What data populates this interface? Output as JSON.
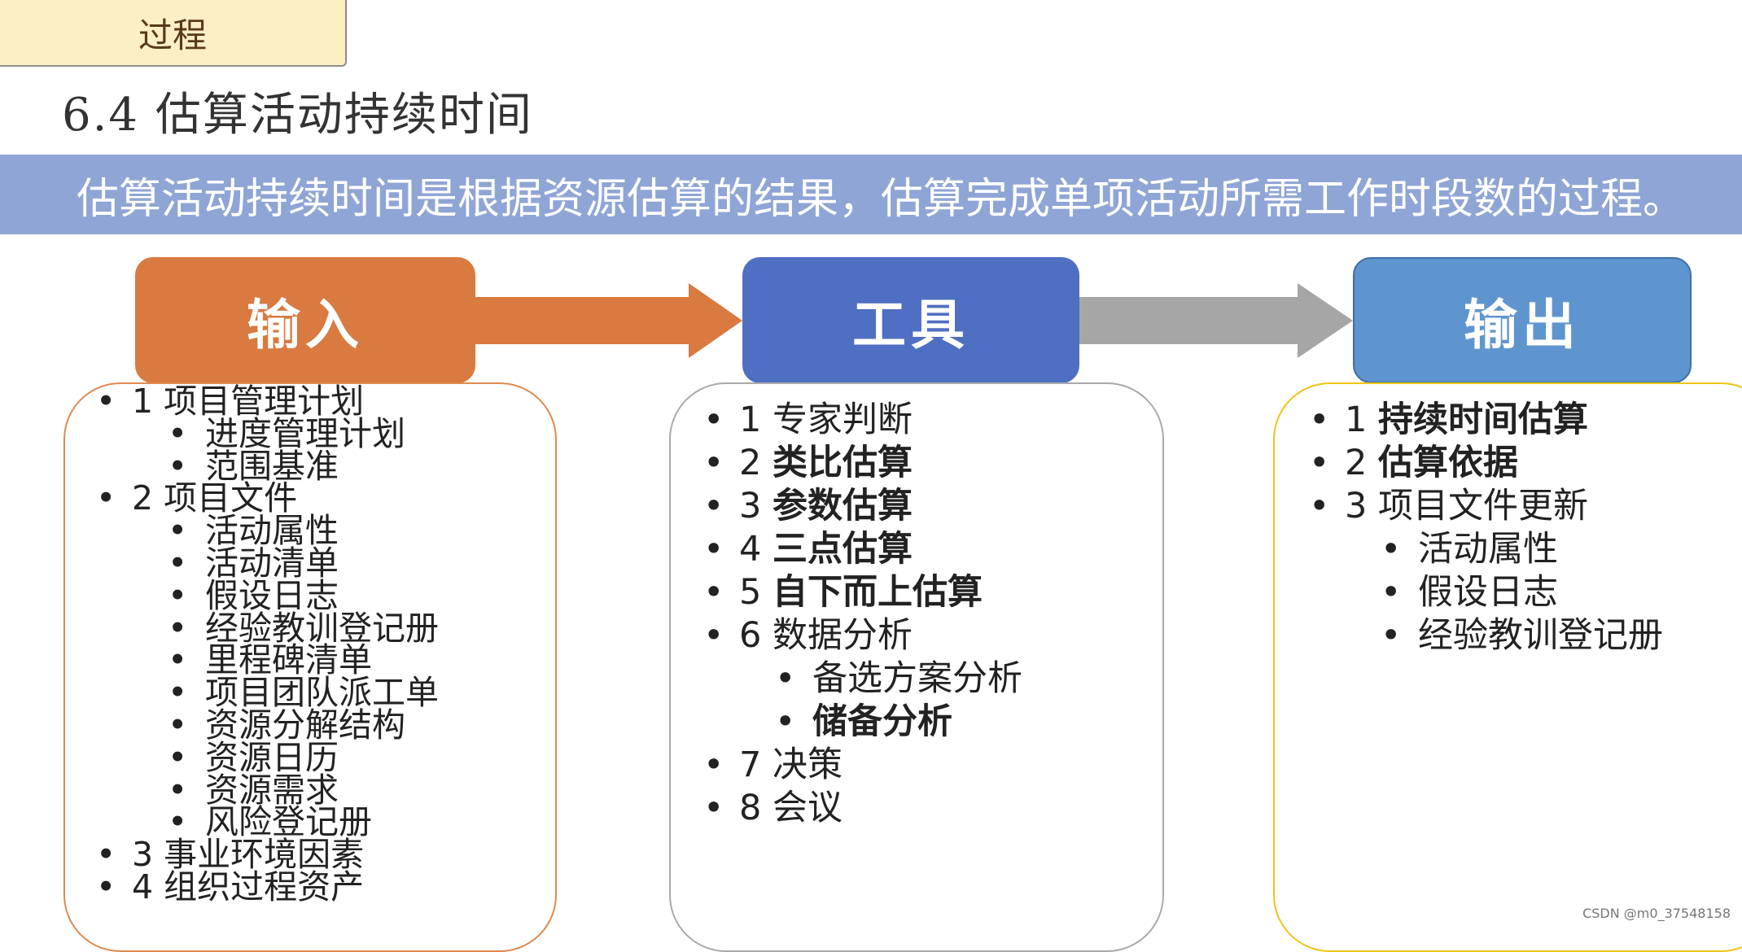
{
  "tag": "过程",
  "title": "6.4 估算活动持续时间",
  "banner": "估算活动持续时间是根据资源估算的结果，估算完成单项活动所需工作时段数的过程。",
  "input": {
    "header": "输入",
    "items": [
      {
        "text": "1 项目管理计划",
        "level": 1
      },
      {
        "text": "进度管理计划",
        "level": 2
      },
      {
        "text": "范围基准",
        "level": 2
      },
      {
        "text": "2 项目文件",
        "level": 1
      },
      {
        "text": "活动属性",
        "level": 2
      },
      {
        "text": "活动清单",
        "level": 2
      },
      {
        "text": "假设日志",
        "level": 2
      },
      {
        "text": "经验教训登记册",
        "level": 2
      },
      {
        "text": "里程碑清单",
        "level": 2
      },
      {
        "text": "项目团队派工单",
        "level": 2
      },
      {
        "text": "资源分解结构",
        "level": 2
      },
      {
        "text": "资源日历",
        "level": 2
      },
      {
        "text": "资源需求",
        "level": 2
      },
      {
        "text": "风险登记册",
        "level": 2
      },
      {
        "text": "3 事业环境因素",
        "level": 1
      },
      {
        "text": "4 组织过程资产",
        "level": 1
      }
    ]
  },
  "tools": {
    "header": "工具",
    "items": [
      {
        "num": "1 ",
        "text": "专家判断",
        "level": 1,
        "bold": false
      },
      {
        "num": "2 ",
        "text": "类比估算",
        "level": 1,
        "bold": true
      },
      {
        "num": "3 ",
        "text": "参数估算",
        "level": 1,
        "bold": true
      },
      {
        "num": "4 ",
        "text": "三点估算",
        "level": 1,
        "bold": true
      },
      {
        "num": "5 ",
        "text": "自下而上估算",
        "level": 1,
        "bold": true
      },
      {
        "num": "6 ",
        "text": "数据分析",
        "level": 1,
        "bold": false
      },
      {
        "num": "",
        "text": "备选方案分析",
        "level": 2,
        "bold": false
      },
      {
        "num": "",
        "text": "储备分析",
        "level": 2,
        "bold": true
      },
      {
        "num": "7 ",
        "text": "决策",
        "level": 1,
        "bold": false
      },
      {
        "num": "8 ",
        "text": "会议",
        "level": 1,
        "bold": false
      }
    ]
  },
  "output": {
    "header": "输出",
    "items": [
      {
        "num": "1 ",
        "text": "持续时间估算",
        "level": 1,
        "bold": true
      },
      {
        "num": "2 ",
        "text": "估算依据",
        "level": 1,
        "bold": true
      },
      {
        "num": "3 ",
        "text": "项目文件更新",
        "level": 1,
        "bold": false
      },
      {
        "num": "",
        "text": "活动属性",
        "level": 2,
        "bold": false
      },
      {
        "num": "",
        "text": "假设日志",
        "level": 2,
        "bold": false
      },
      {
        "num": "",
        "text": "经验教训登记册",
        "level": 2,
        "bold": false
      }
    ]
  },
  "watermark": "CSDN @m0_37548158",
  "colors": {
    "input": "#d97a40",
    "tools": "#4f6fc2",
    "output": "#5f95ce",
    "banner": "#8fa5d6",
    "tag": "#fcefc4"
  }
}
